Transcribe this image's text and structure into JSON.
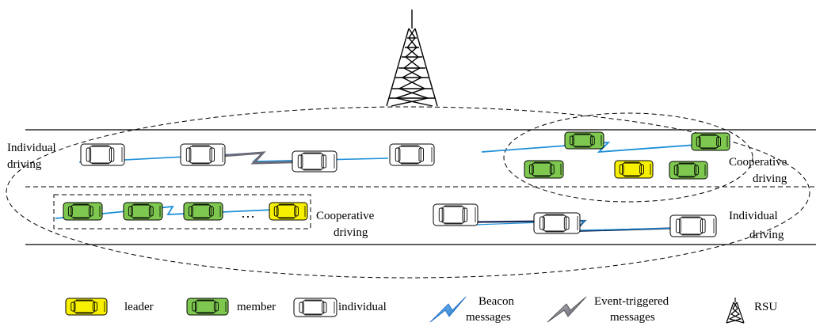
{
  "scene": {
    "regions": [
      {
        "id": "ind-top",
        "lines": [
          "Individual",
          "driving"
        ]
      },
      {
        "id": "coop-top",
        "lines": [
          "Cooperative",
          "driving"
        ]
      },
      {
        "id": "coop-bottom",
        "lines": [
          "Cooperative",
          "driving"
        ]
      },
      {
        "id": "ind-bottom",
        "lines": [
          "Individual",
          "driving"
        ]
      }
    ],
    "ellipsis": "…"
  },
  "legend": {
    "leader": "leader",
    "member": "member",
    "individual": "individual",
    "beacon": [
      "Beacon",
      "messages"
    ],
    "event": [
      "Event-triggered",
      "messages"
    ],
    "rsu": "RSU"
  },
  "colors": {
    "leader": "#f7f000",
    "member": "#7ec850",
    "individual": "#ffffff",
    "beacon": "#1e90d8",
    "event": "#6a6a78",
    "event_dark": "#1a2a55"
  }
}
